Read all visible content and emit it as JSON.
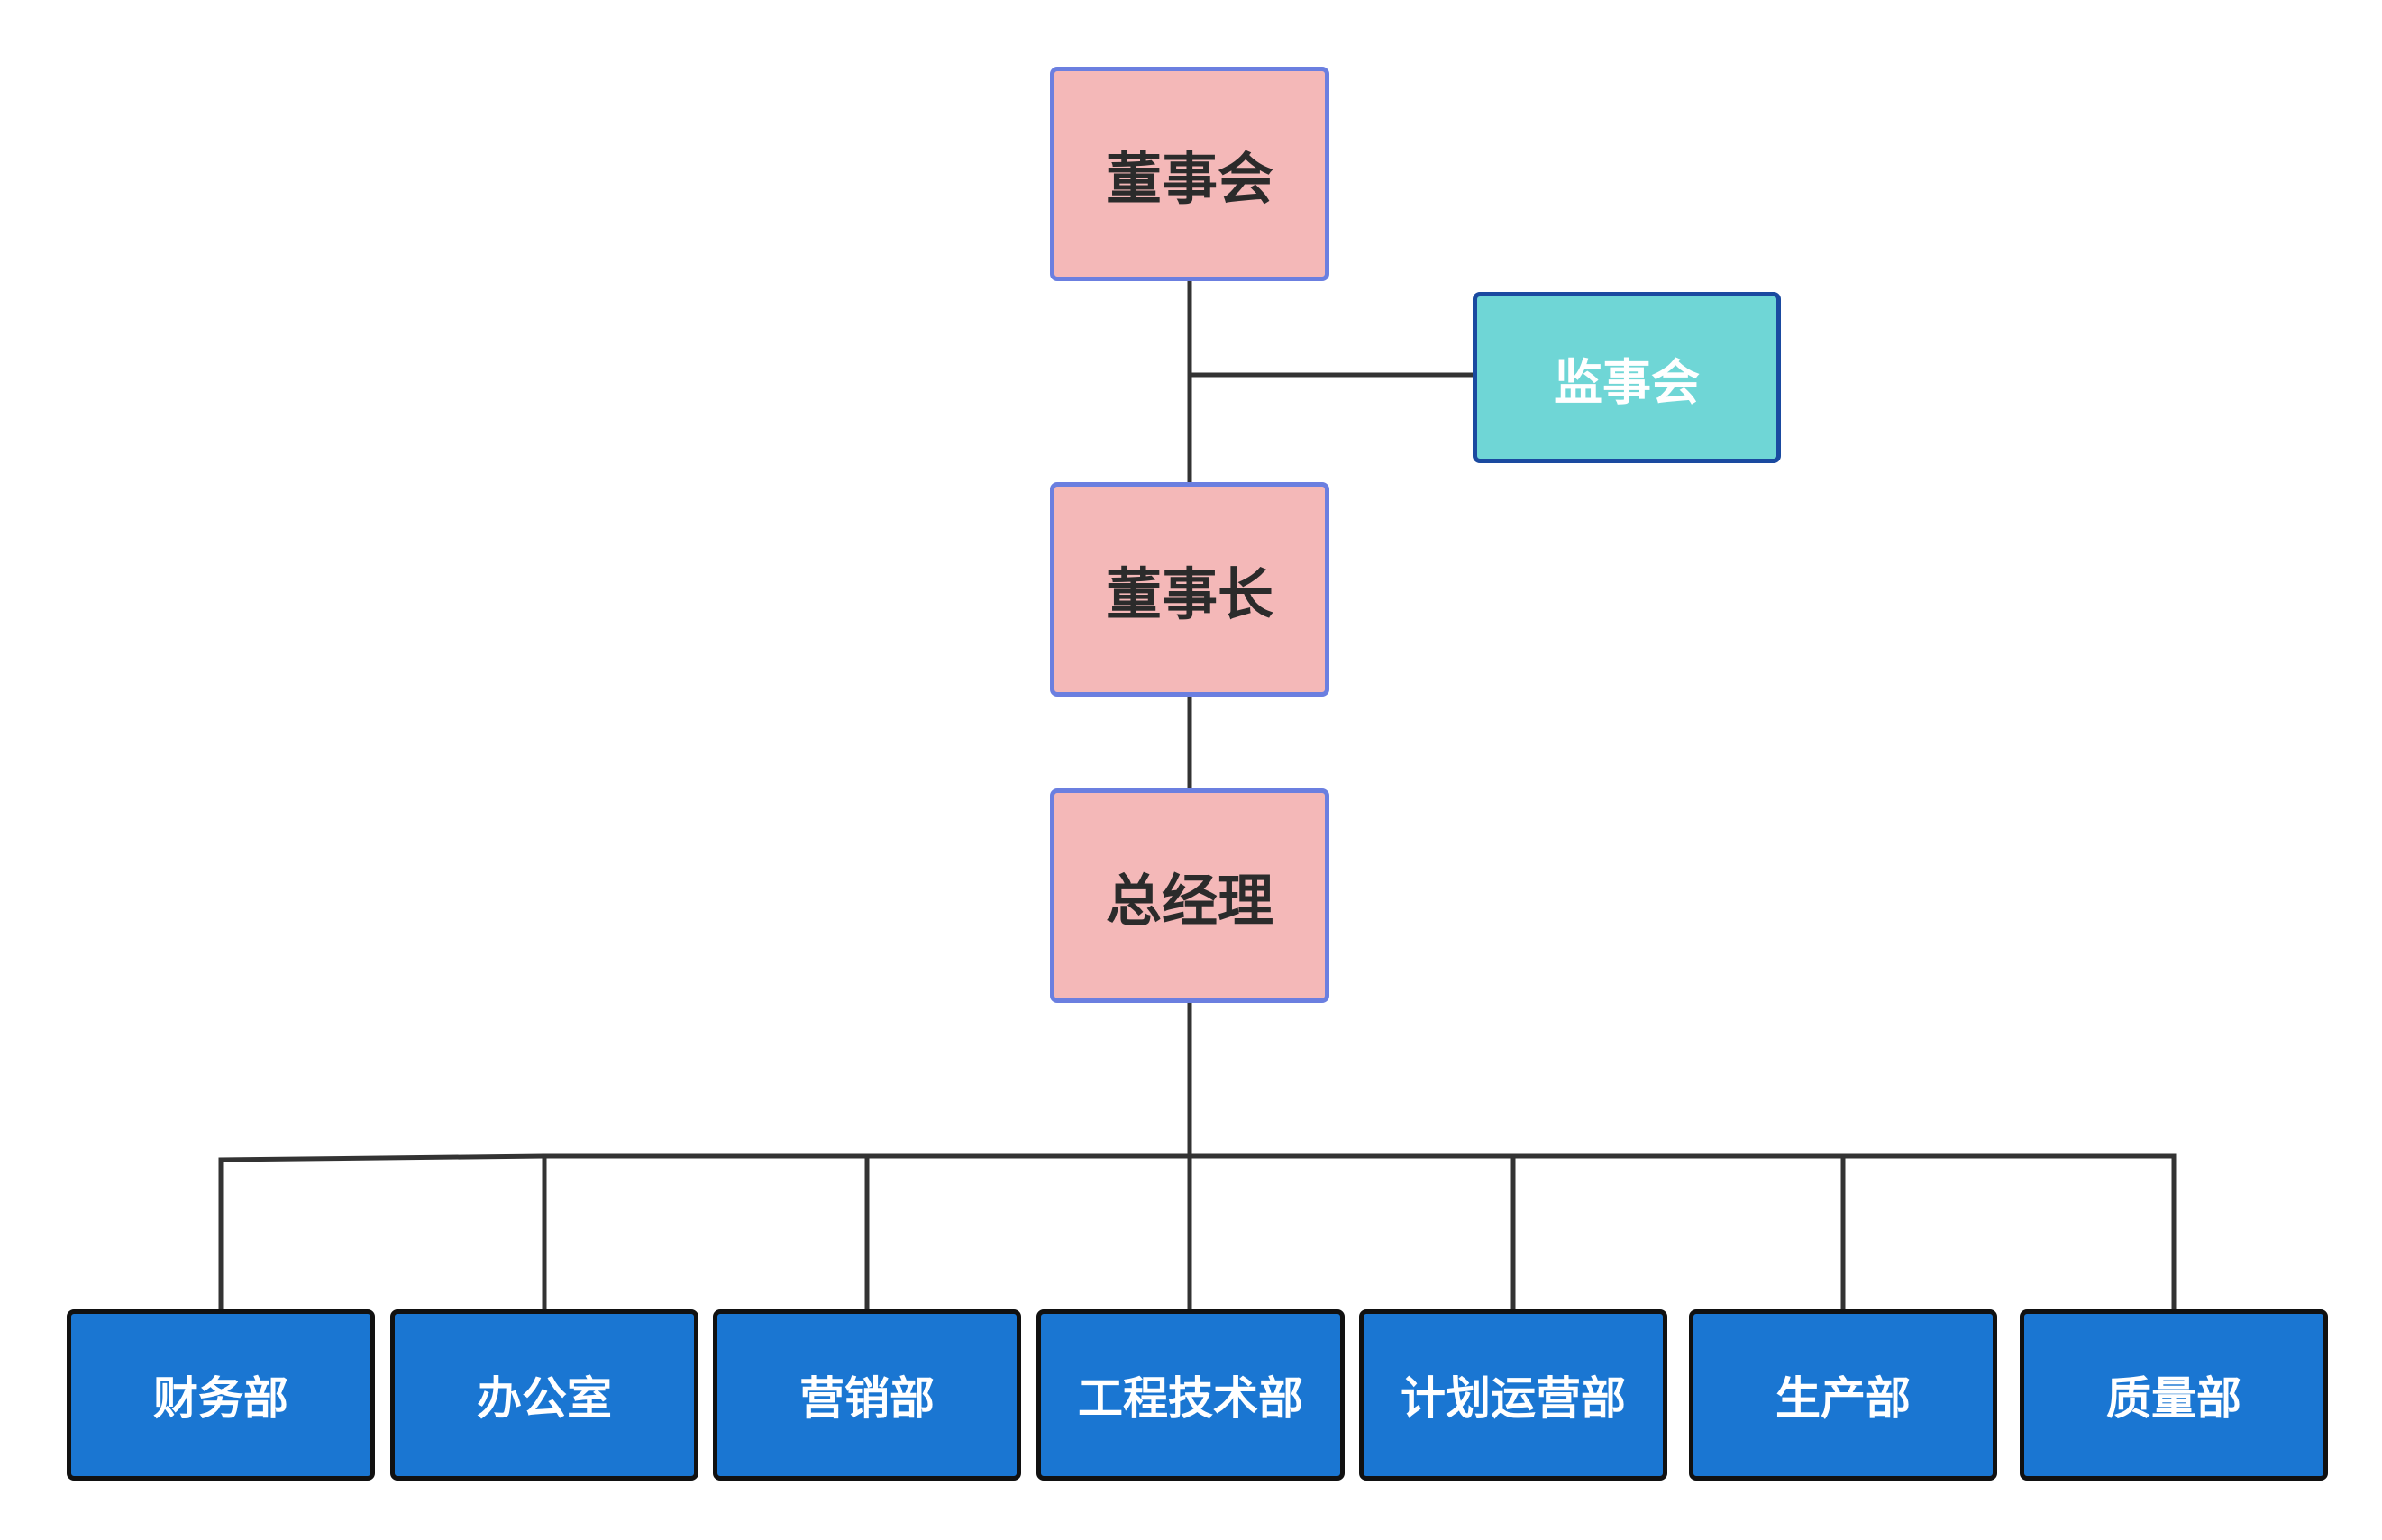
{
  "colors": {
    "executive_fill": "#f4b8b8",
    "executive_border": "#6b7fe0",
    "supervisor_fill": "#6fd6d6",
    "supervisor_border": "#1a4aa0",
    "department_fill": "#1a76d2",
    "department_border": "#111111",
    "connector": "#333333"
  },
  "org_chart": {
    "board": "董事会",
    "supervisory_board": "监事会",
    "chairman": "董事长",
    "general_manager": "总经理",
    "departments": [
      "财务部",
      "办公室",
      "营销部",
      "工程技术部",
      "计划运营部",
      "生产部",
      "质量部"
    ]
  }
}
